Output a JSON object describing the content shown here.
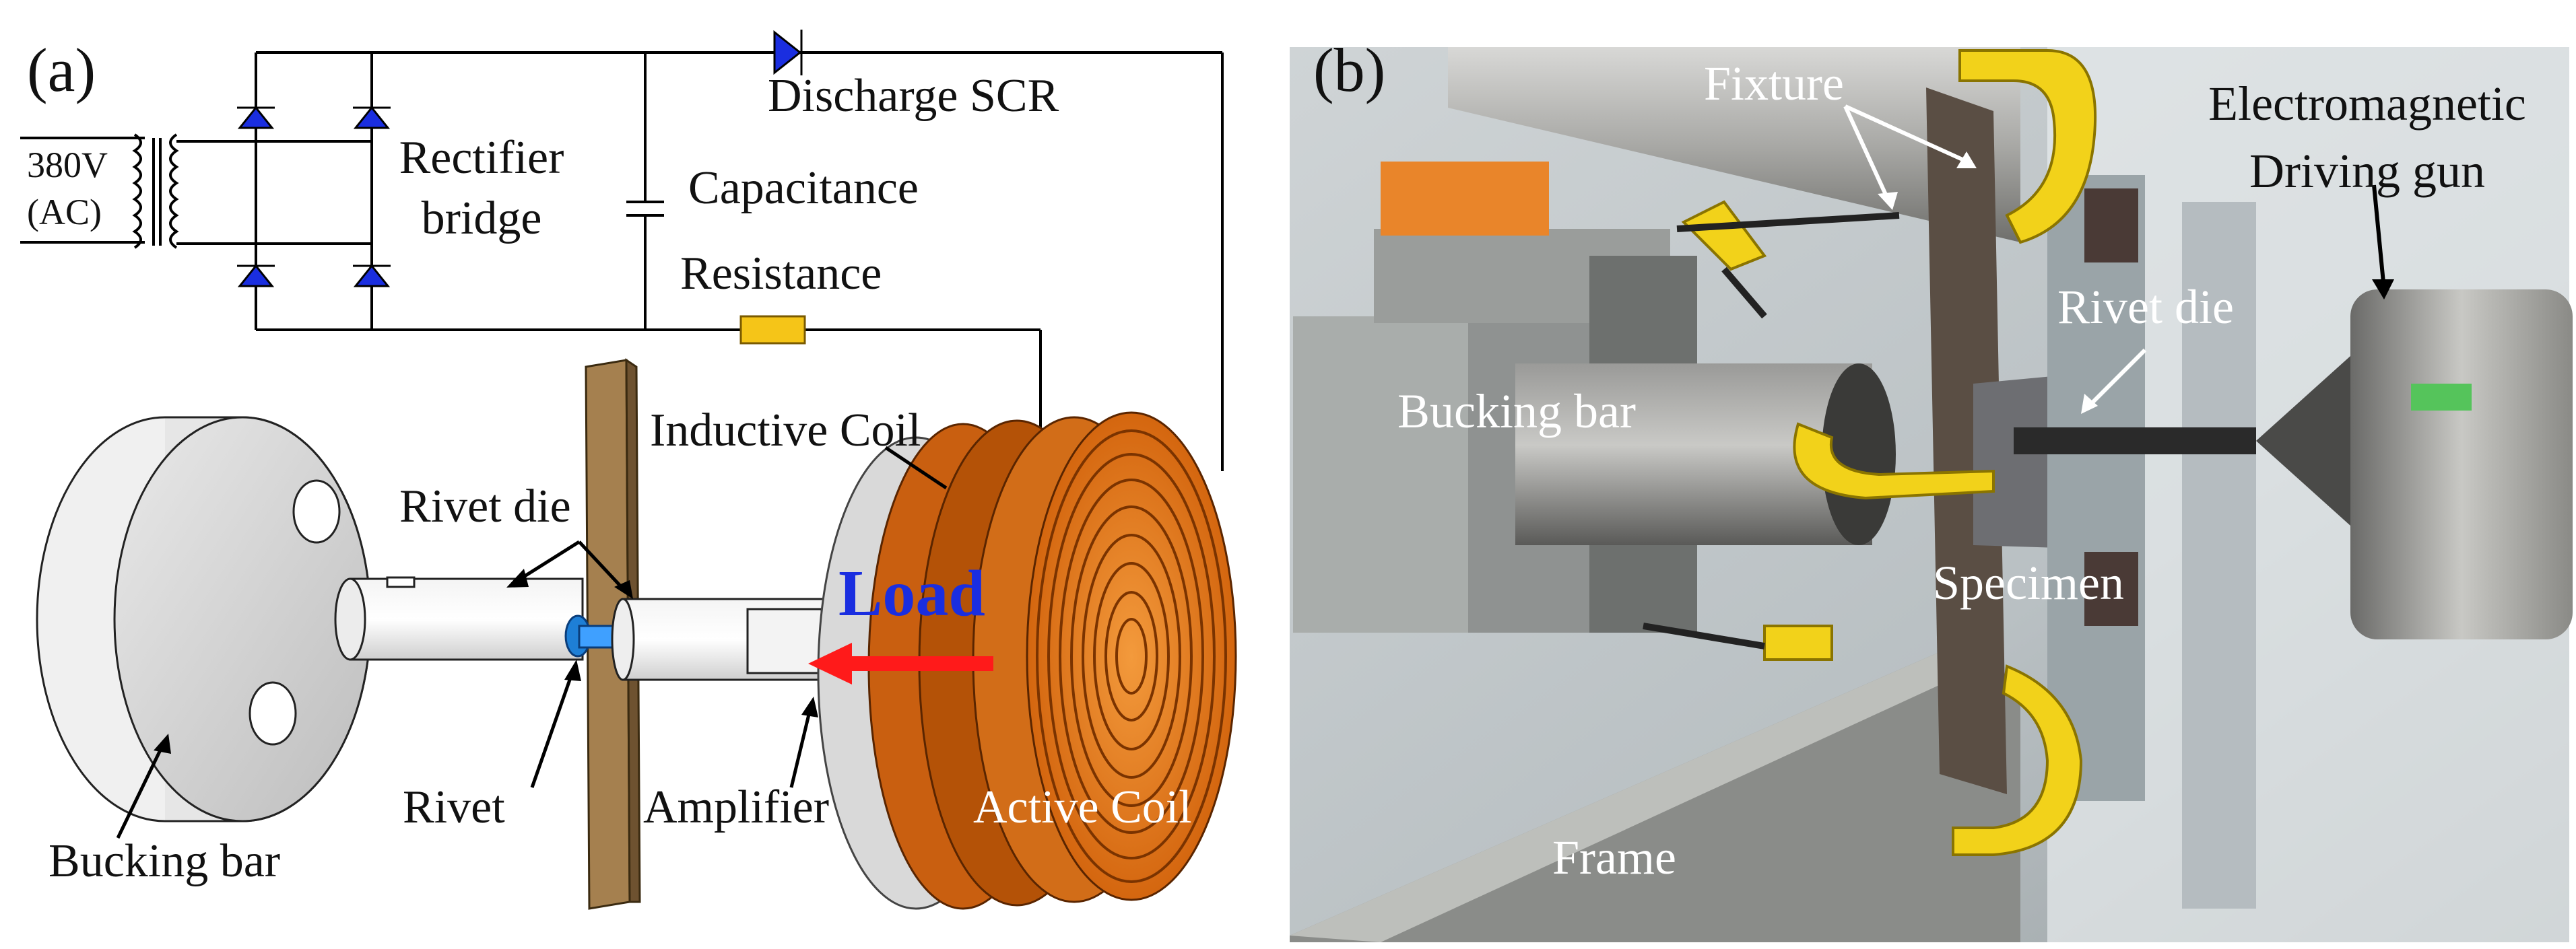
{
  "panel_a": {
    "letter": "(a)",
    "voltage": "380V",
    "voltage_type": "(AC)",
    "discharge_scr": "Discharge SCR",
    "rectifier_line1": "Rectifier",
    "rectifier_line2": "bridge",
    "capacitance": "Capacitance",
    "resistance": "Resistance",
    "inductive_coil": "Inductive Coil",
    "rivet_die": "Rivet die",
    "load": "Load",
    "rivet": "Rivet",
    "amplifier": "Amplifier",
    "active_coil": "Active Coil",
    "bucking_bar": "Bucking bar"
  },
  "panel_b": {
    "letter": "(b)",
    "fixture": "Fixture",
    "em_line1": "Electromagnetic",
    "em_line2": "Driving gun",
    "rivet_die": "Rivet die",
    "bucking_bar": "Bucking bar",
    "specimen": "Specimen",
    "frame": "Frame"
  },
  "colors": {
    "diode": "#1a2ee0",
    "resistor": "#f5c518",
    "copper": "#e07a1c",
    "copper_dark": "#8a3a06",
    "load_text": "#1a2ee0",
    "load_arrow": "#ff1a1a",
    "rivet": "#1e7fd6",
    "clamp_yellow": "#f2d21a"
  }
}
